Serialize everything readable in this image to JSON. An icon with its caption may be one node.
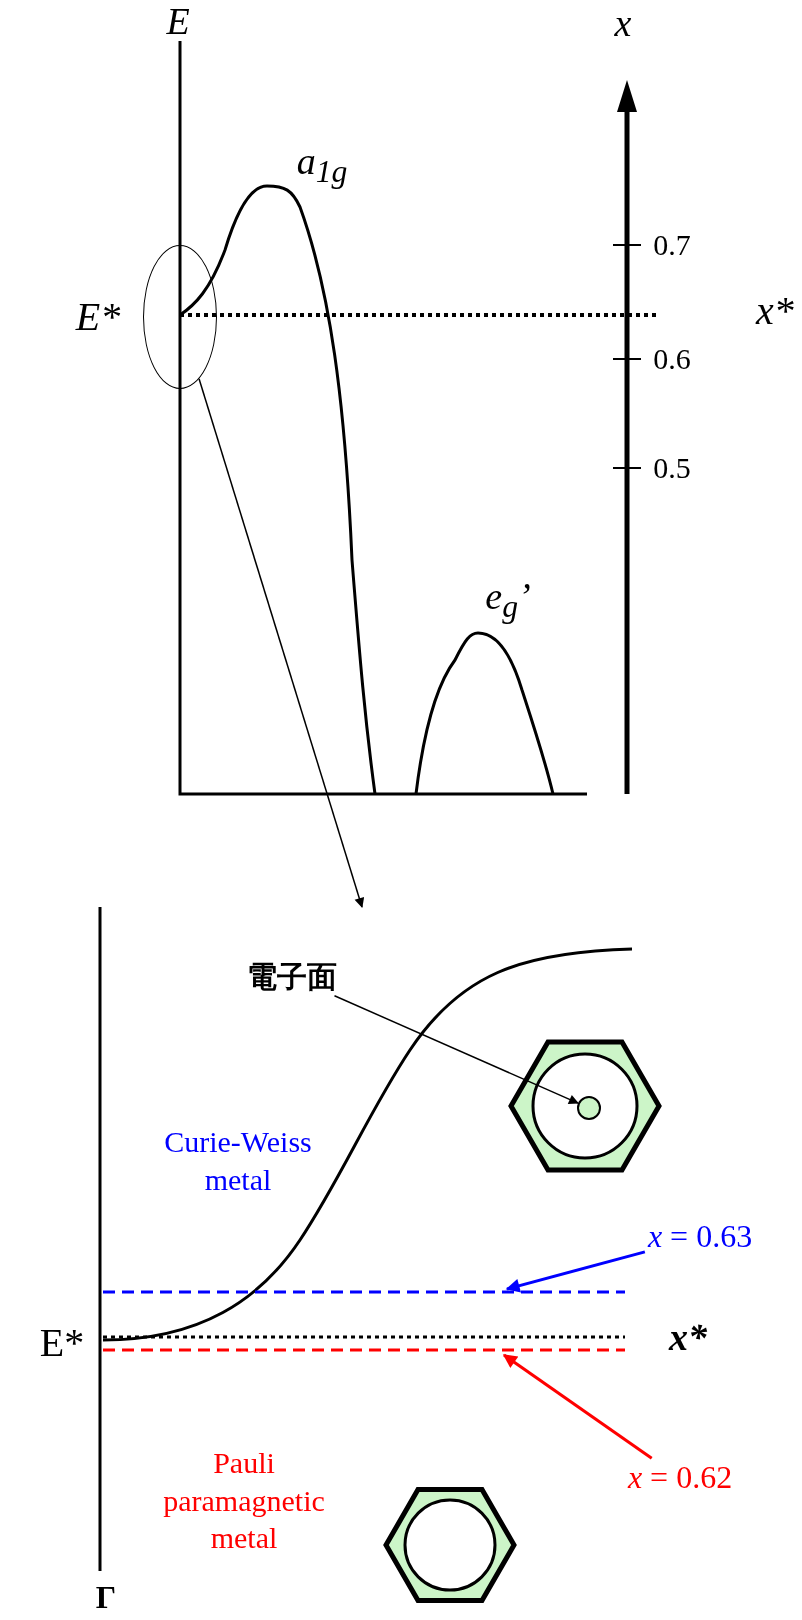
{
  "diagram": {
    "nodes": [
      {
        "text": [],
        "shape": "circle"
      },
      {
        "text": [
          "電子面"
        ]
      },
      {
        "text": [],
        "shape": "circle"
      },
      {
        "text": [
          "*x* = 0.63"
        ]
      },
      {
        "text": [
          "*x* = 0.62"
        ]
      }
    ],
    "edges": [
      {
        "from": 0,
        "to": null,
        "arrow": "to"
      },
      {
        "from": 1,
        "to": 2,
        "arrow": "to"
      },
      {
        "from": 3,
        "to": null,
        "arrow": "to",
        "color": "#0000ff"
      },
      {
        "from": 4,
        "to": null,
        "arrow": "to",
        "color": "#ff0000"
      }
    ],
    "labels": [
      "E",
      "x",
      "a$_{1g}$",
      "0.7",
      "E*",
      "x*",
      "0.6",
      "0.5",
      "e$_{g}$’",
      "Curie-Weiss metal",
      "E*",
      "x*",
      "Pauli paramagnetic metal",
      "Γ"
    ]
  }
}
